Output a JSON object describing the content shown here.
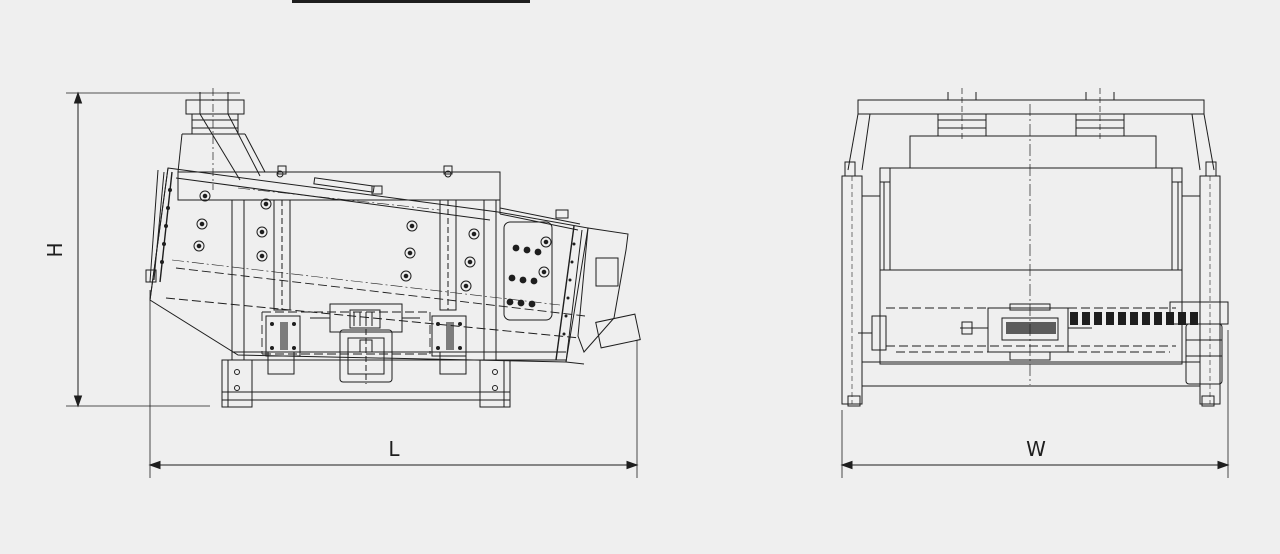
{
  "drawing": {
    "side_view": {
      "height_label": "H",
      "length_label": "L"
    },
    "front_view": {
      "width_label": "W"
    }
  },
  "colors": {
    "background": "#efefef",
    "line": "#1e1e1e"
  }
}
